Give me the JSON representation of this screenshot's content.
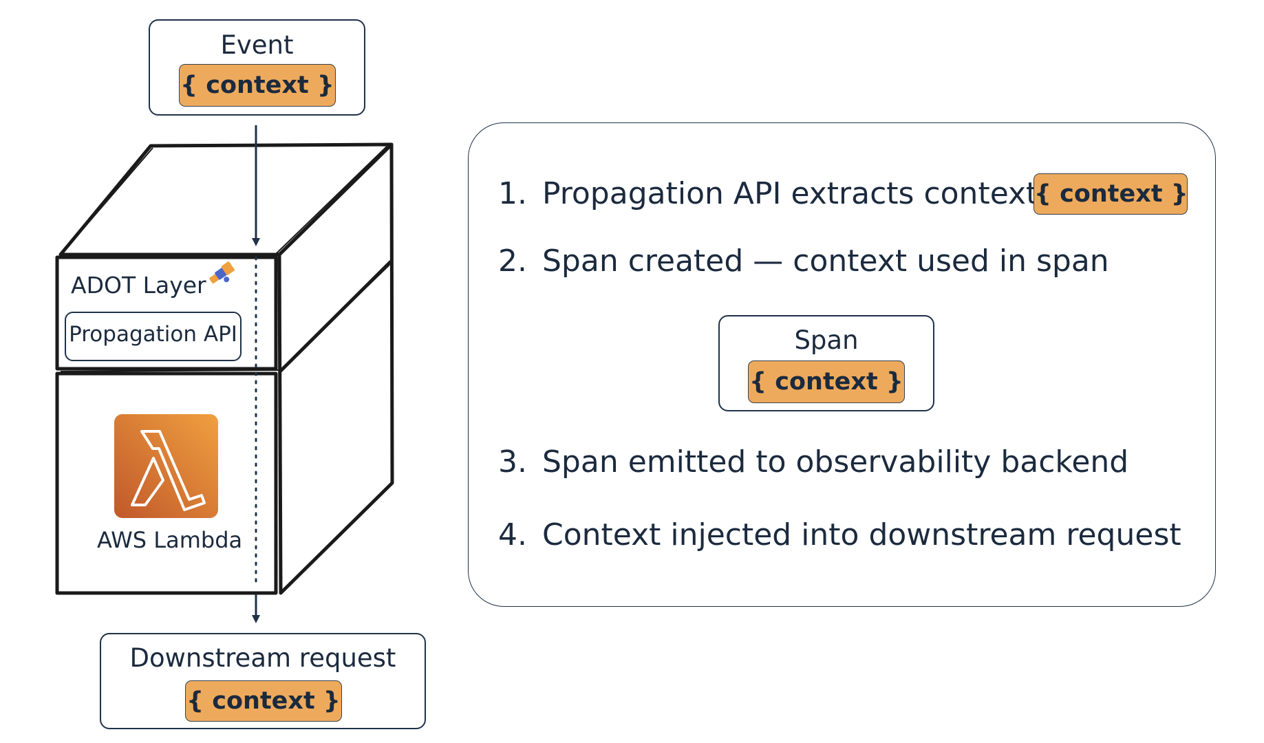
{
  "event": {
    "title": "Event",
    "context_tag": "{ context }"
  },
  "adot": {
    "layer_label": "ADOT Layer",
    "propagation_api_label": "Propagation API",
    "lambda_label": "AWS Lambda"
  },
  "downstream": {
    "title": "Downstream request",
    "context_tag": "{ context }"
  },
  "steps": [
    {
      "number": "1.",
      "text": "Propagation API extracts context",
      "context_tag": "{ context }"
    },
    {
      "number": "2.",
      "text": "Span created — context used in span"
    },
    {
      "number": "3.",
      "text": "Span emitted to observability backend"
    },
    {
      "number": "4.",
      "text": "Context injected into downstream request"
    }
  ],
  "span": {
    "title": "Span",
    "context_tag": "{ context }"
  },
  "icons": {
    "lambda": "aws-lambda-icon",
    "telescope": "telescope-icon"
  },
  "colors": {
    "context_tag": "#eeaa5c",
    "lambda_gradient_start": "#f0a040",
    "lambda_gradient_end": "#c0582a",
    "stroke": "#1e3148",
    "text": "#1b2a3e"
  }
}
